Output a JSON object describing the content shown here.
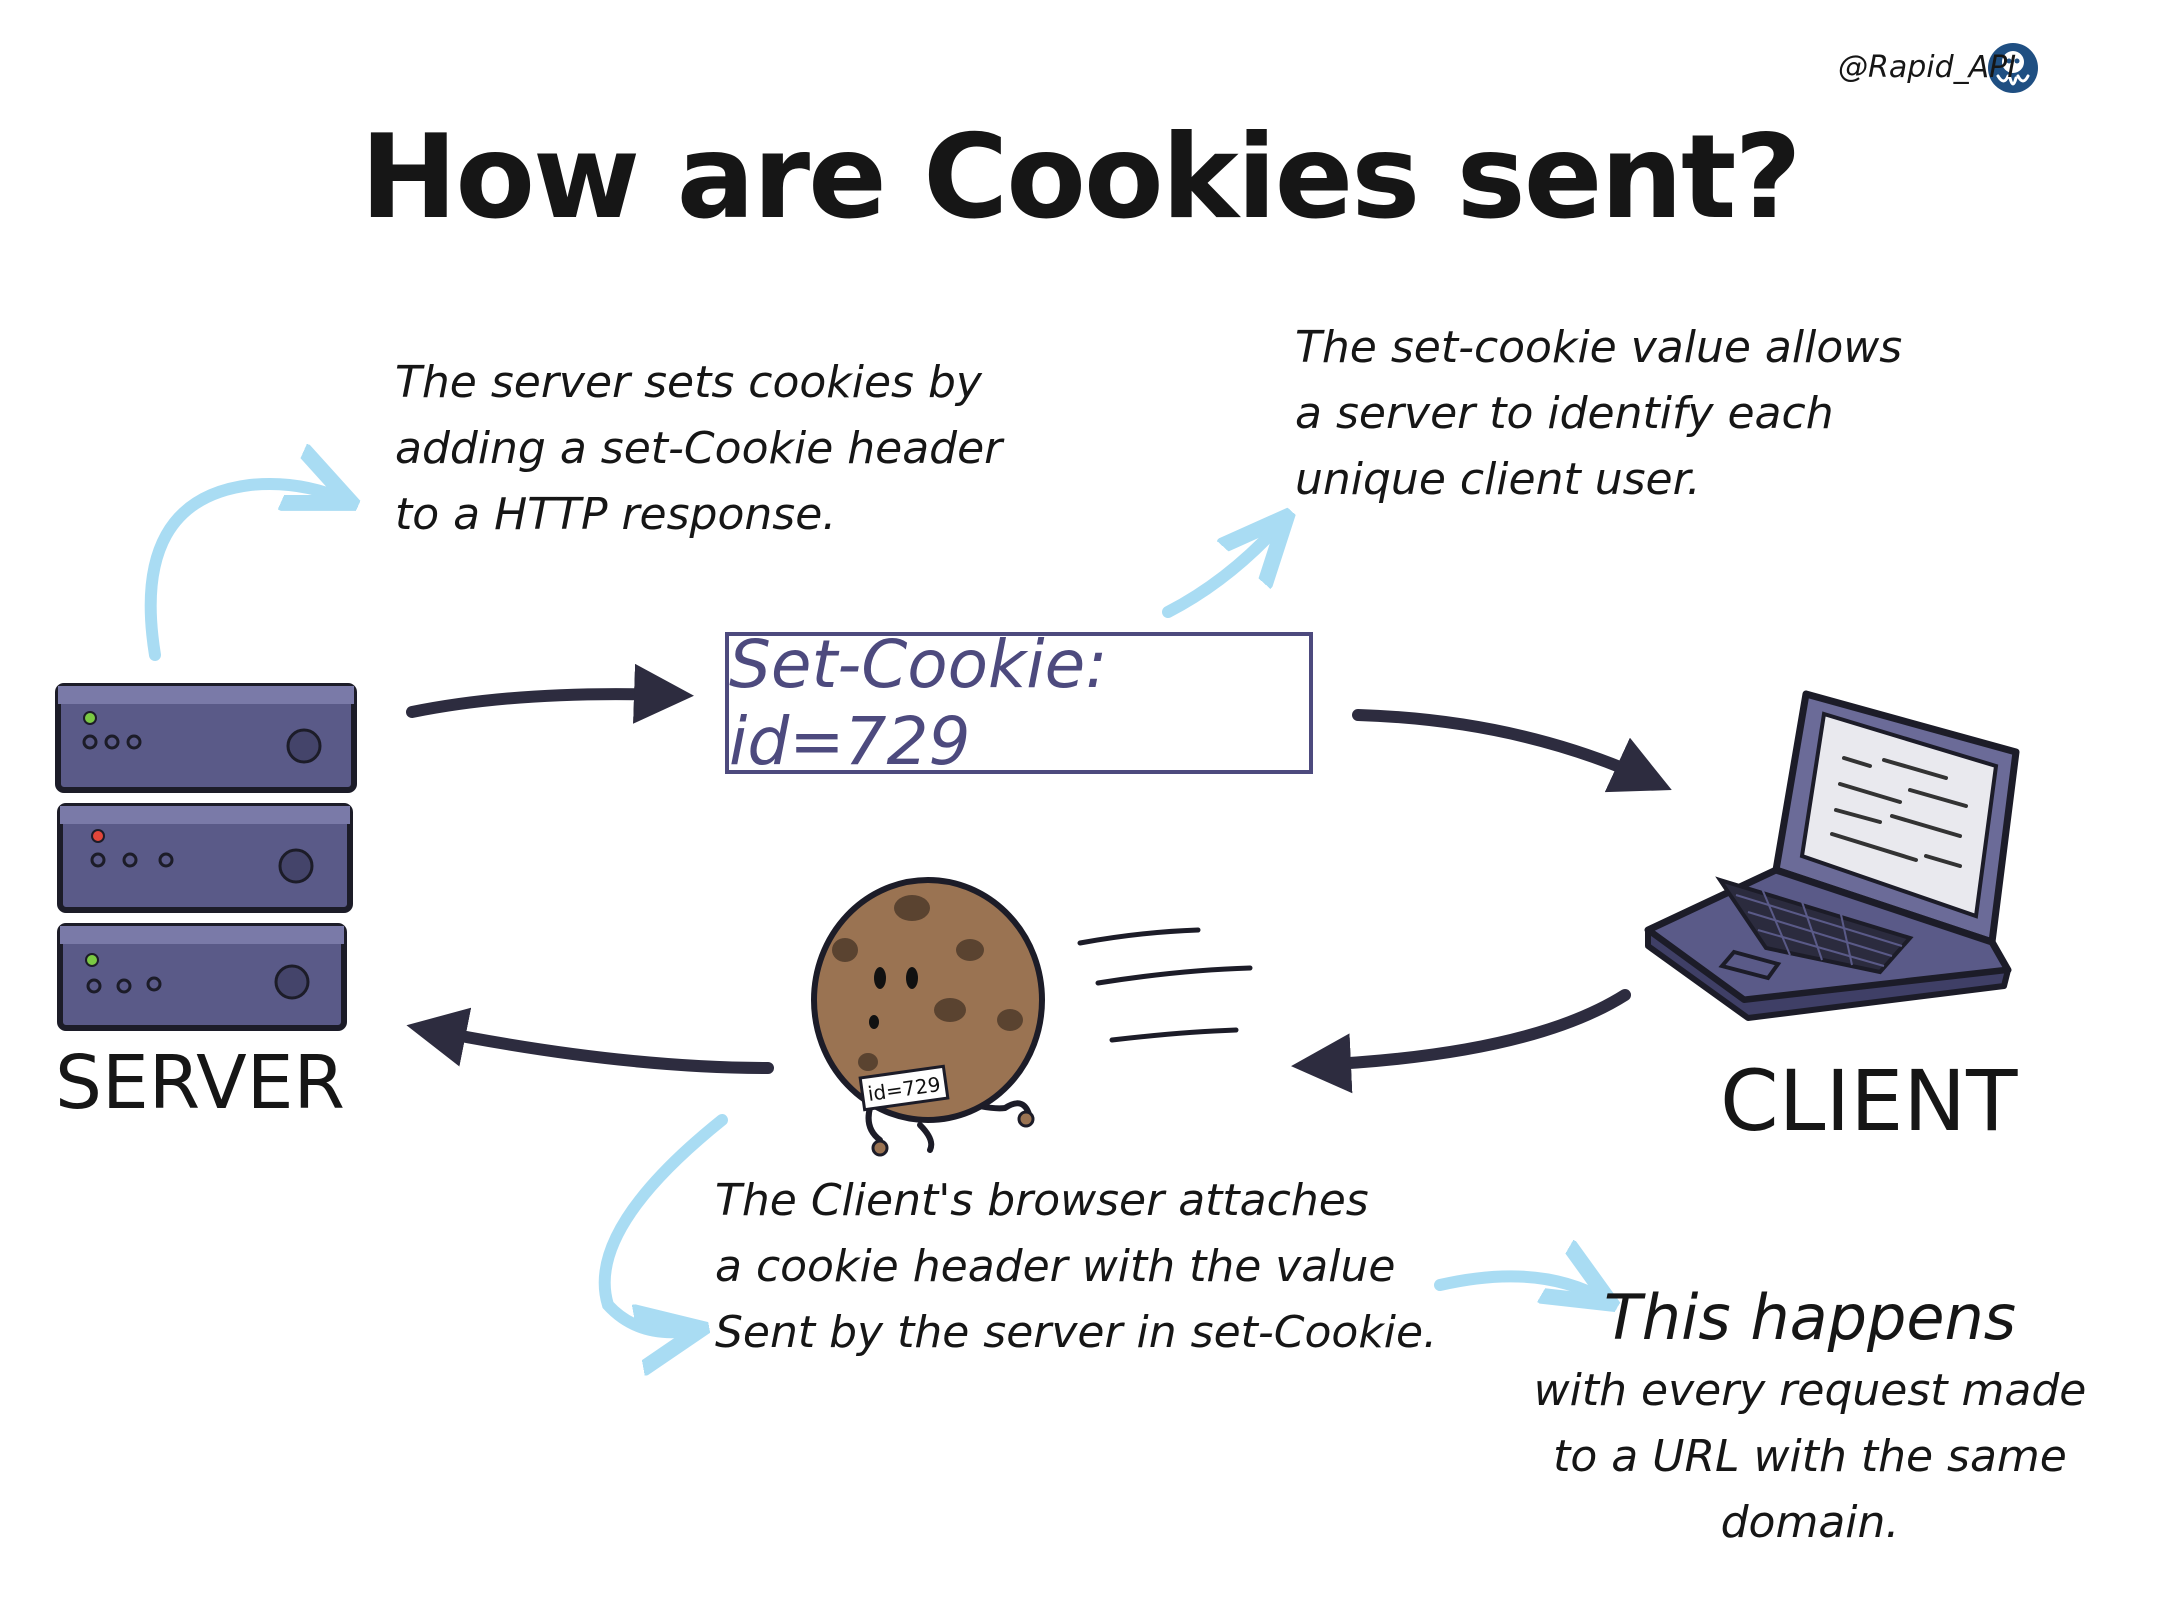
{
  "title": "How are Cookies sent?",
  "handle": "@Rapid_API",
  "labels": {
    "server": "SERVER",
    "client": "CLIENT"
  },
  "header_box": "Set-Cookie: id=729",
  "cookie_tag": "id=729",
  "notes": {
    "server_sets": [
      "The server sets cookies by",
      "adding a set-Cookie header",
      "to a HTTP response."
    ],
    "identify": [
      "The set-cookie value allows",
      "a server to identify each",
      "unique client user."
    ],
    "browser_attaches": [
      "The Client's browser attaches",
      "a cookie header with the value",
      "Sent by the server in set-Cookie."
    ],
    "every_request": [
      "This happens",
      "with every request made",
      "to a URL with the same",
      "domain."
    ]
  },
  "colors": {
    "arrow_dark": "#2d2c3f",
    "arrow_light": "#a9dcf3",
    "server": "#5a5a88",
    "cookie": "#9a7352",
    "chip": "#5a4330"
  },
  "icons": [
    "server-rack-icon",
    "laptop-icon",
    "cookie-character-icon",
    "rapidapi-logo-icon"
  ]
}
